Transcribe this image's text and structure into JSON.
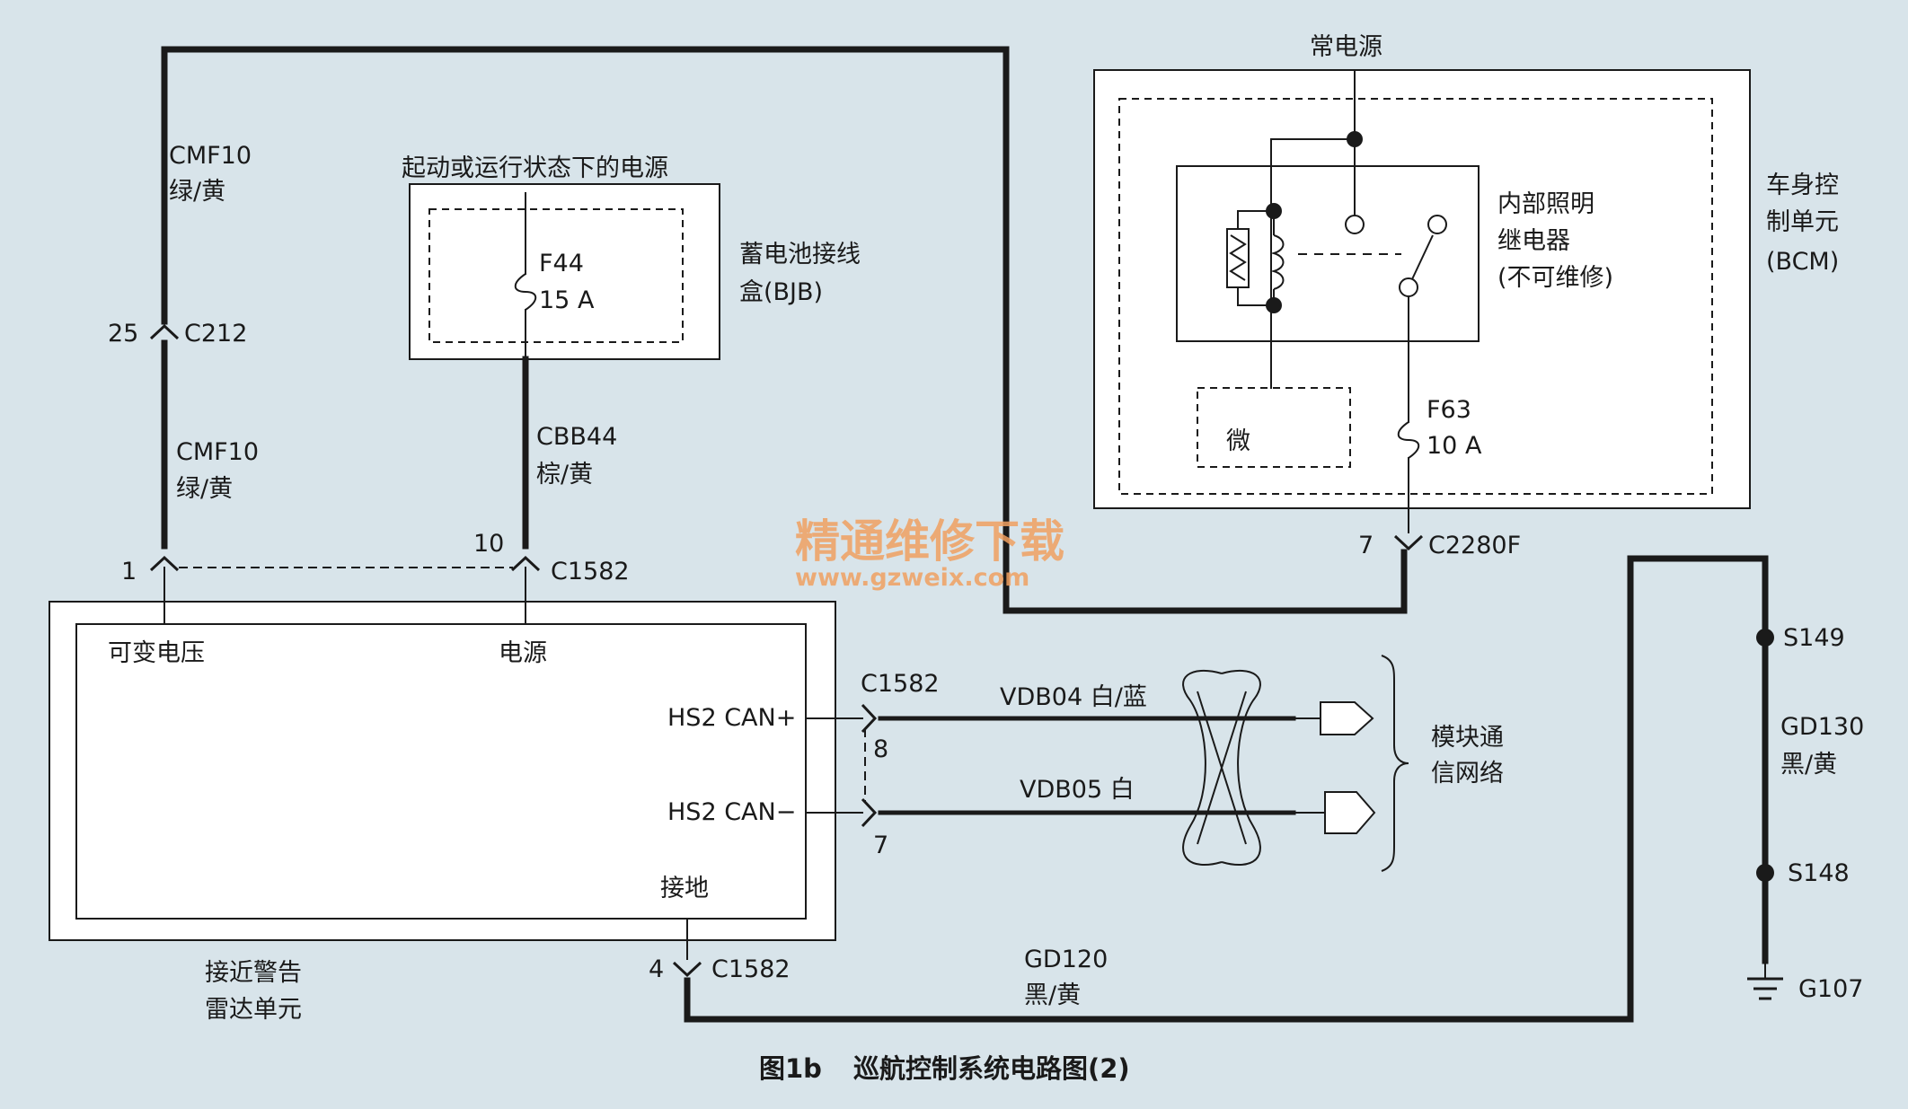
{
  "labels": {
    "cmf10_top": "CMF10",
    "cmf10_top_color": "绿/黄",
    "ignition_power": "起动或运行状态下的电源",
    "f44": "F44",
    "f44_rating": "15 A",
    "bjb_line1": "蓄电池接线",
    "bjb_line2": "盒(BJB)",
    "pin25": "25",
    "c212": "C212",
    "cmf10_bottom": "CMF10",
    "cmf10_bottom_color": "绿/黄",
    "cbb44": "CBB44",
    "cbb44_color": "棕/黄",
    "pin1": "1",
    "pin10": "10",
    "c1582_top": "C1582",
    "variable_voltage": "可变电压",
    "power": "电源",
    "constant_power": "常电源",
    "relay_line1": "内部照明",
    "relay_line2": "继电器",
    "relay_line3": "(不可维修)",
    "bcm_line1": "车身控",
    "bcm_line2": "制单元",
    "bcm_line3": "(BCM)",
    "micro": "微",
    "f63": "F63",
    "f63_rating": "10 A",
    "pin7_top": "7",
    "c2280f": "C2280F",
    "c1582_mid": "C1582",
    "hs2_can_plus": "HS2 CAN+",
    "hs2_can_minus": "HS2 CAN−",
    "pin8": "8",
    "pin7_mid": "7",
    "vdb04": "VDB04 白/蓝",
    "vdb05": "VDB05 白",
    "network_line1": "模块通",
    "network_line2": "信网络",
    "ground": "接地",
    "pin4": "4",
    "c1582_bottom": "C1582",
    "radar_line1": "接近警告",
    "radar_line2": "雷达单元",
    "gd120": "GD120",
    "gd120_color": "黑/黄",
    "s149": "S149",
    "gd130": "GD130",
    "gd130_color": "黑/黄",
    "s148": "S148",
    "g107": "G107"
  },
  "watermark": {
    "cn": "精通维修下载",
    "url": "www.gzweix.com"
  },
  "caption": {
    "fig": "图1b",
    "title": "巡航控制系统电路图(2)"
  },
  "colors": {
    "background": "#d8e4ea",
    "wire": "#1a1a1a",
    "box_fill": "#ffffff",
    "watermark": "#f0a060"
  }
}
